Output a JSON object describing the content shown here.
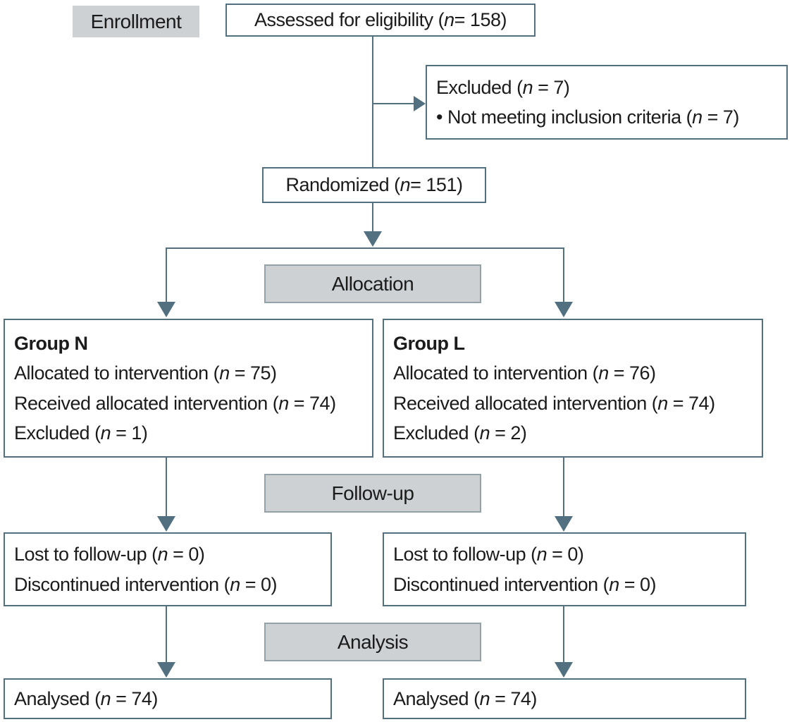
{
  "colors": {
    "line": "#527080",
    "label_fill": "#cdd1d3",
    "label_border": "#93a1a8",
    "text": "#1b1b1b",
    "box_bg": "#ffffff"
  },
  "sections": {
    "enrollment": {
      "label": "Enrollment"
    },
    "allocation": {
      "label": "Allocation"
    },
    "followup": {
      "label": "Follow-up"
    },
    "analysis": {
      "label": "Analysis"
    }
  },
  "nodes": {
    "assessed": {
      "text": "Assessed for eligibility (n = 158)"
    },
    "excluded": {
      "lines": [
        "Excluded (n = 7)",
        "• Not meeting inclusion criteria (n = 7)"
      ]
    },
    "randomized": {
      "text": "Randomized (n = 151)"
    },
    "group_n": {
      "title": "Group N",
      "lines": [
        "Allocated to intervention (n = 75)",
        "Received allocated intervention (n = 74)",
        "Excluded (n = 1)"
      ]
    },
    "group_l": {
      "title": "Group L",
      "lines": [
        "Allocated to intervention (n = 76)",
        "Received allocated intervention (n = 74)",
        "Excluded (n = 2)"
      ]
    },
    "lost_n": {
      "lines": [
        "Lost to follow-up (n = 0)",
        "Discontinued intervention (n = 0)"
      ]
    },
    "lost_l": {
      "lines": [
        "Lost to follow-up (n = 0)",
        "Discontinued intervention (n = 0)"
      ]
    },
    "analysed_n": {
      "text": "Analysed (n = 74)"
    },
    "analysed_l": {
      "text": "Analysed (n = 74)"
    }
  }
}
